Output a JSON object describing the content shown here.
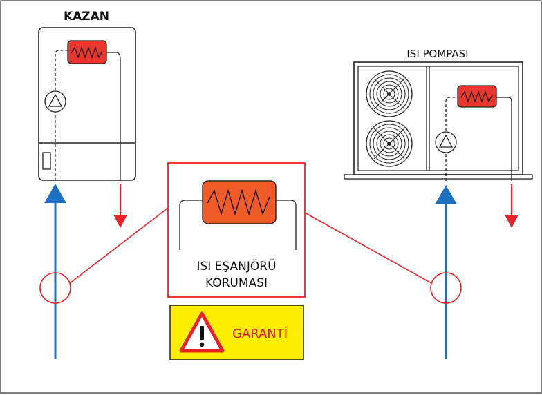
{
  "labels": {
    "boiler": "KAZAN",
    "heat_pump": "ISI POMPASI",
    "protection_line1": "ISI EŞANJÖRÜ",
    "protection_line2": "KORUMASI",
    "warranty": "GARANTİ"
  },
  "icons": {
    "pump": "pump-icon",
    "fan": "fan-icon",
    "heat_exchanger": "heat-exchanger-icon",
    "warning": "warning-triangle-icon",
    "inflow_arrow": "arrow-up-icon",
    "outflow_arrow": "arrow-down-icon"
  },
  "colors": {
    "line": "#222222",
    "frame": "#555555",
    "accent_red": "#e8222a",
    "heater_small": "#e8372f",
    "heater_big": "#f15a29",
    "inflow_blue": "#1f6fc0",
    "warranty_bg": "#ffee00"
  }
}
